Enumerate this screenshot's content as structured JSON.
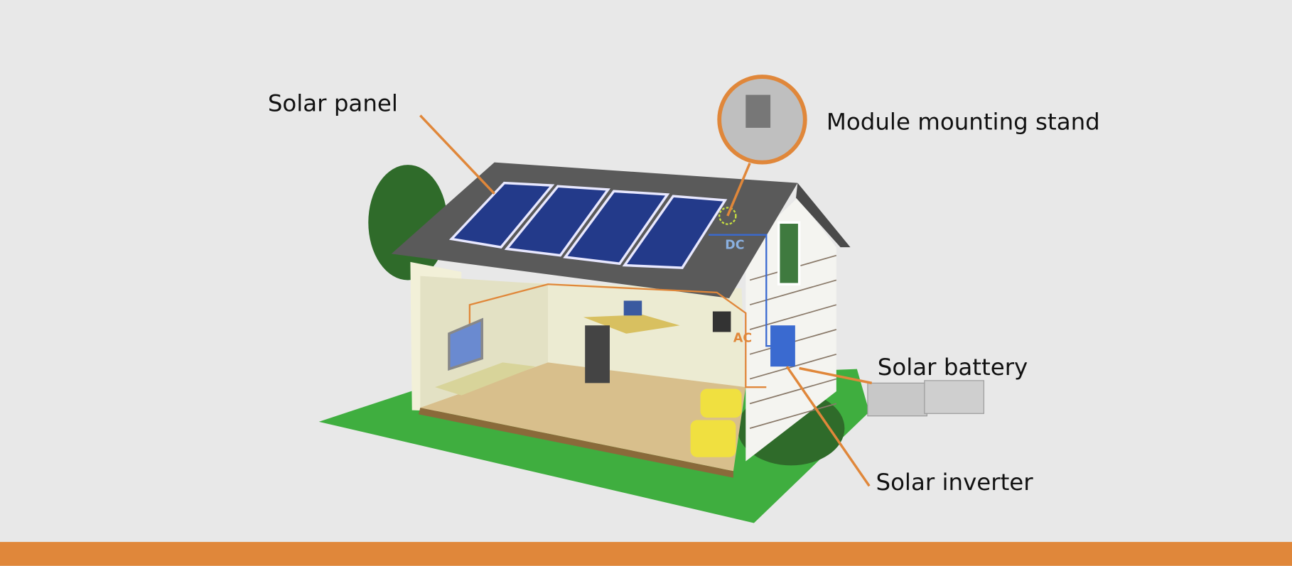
{
  "labels": {
    "solar_panel": "Solar panel",
    "mounting_stand": "Module mounting stand",
    "battery": "Solar battery",
    "inverter": "Solar inverter",
    "dc": "DC",
    "ac": "AC"
  },
  "colors": {
    "background": "#e8e8e8",
    "accent": "#e0873a",
    "grass": "#3fae3f",
    "panel": "#233a8a",
    "roof": "#555555"
  }
}
